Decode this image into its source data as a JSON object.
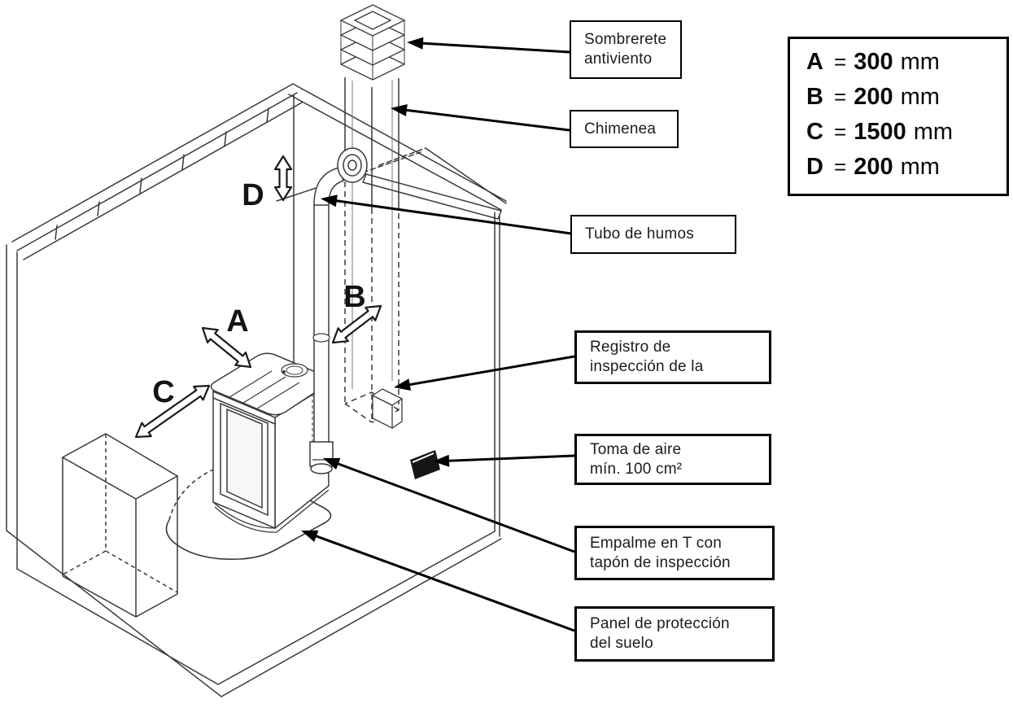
{
  "callouts": [
    {
      "id": "sombrerete-antiviento",
      "lines": [
        "Sombrerete",
        "antiviento"
      ]
    },
    {
      "id": "chimenea",
      "lines": [
        "Chimenea"
      ]
    },
    {
      "id": "tubo-de-humos",
      "lines": [
        "Tubo de humos"
      ]
    },
    {
      "id": "registro-inspeccion",
      "lines": [
        "Registro de",
        "inspección de la"
      ]
    },
    {
      "id": "toma-de-aire",
      "lines": [
        "Toma de aire",
        "mín. 100 cm²"
      ]
    },
    {
      "id": "empalme-en-t",
      "lines": [
        "Empalme en T con",
        "tapón de inspección"
      ]
    },
    {
      "id": "panel-proteccion",
      "lines": [
        "Panel de protección",
        "del suelo"
      ]
    }
  ],
  "legend": {
    "eq": "=",
    "items": [
      {
        "letter": "A",
        "value": "300",
        "unit": "mm"
      },
      {
        "letter": "B",
        "value": "200",
        "unit": "mm"
      },
      {
        "letter": "C",
        "value": "1500",
        "unit": "mm"
      },
      {
        "letter": "D",
        "value": "200",
        "unit": "mm"
      }
    ]
  },
  "dimension_letters": [
    "A",
    "B",
    "C",
    "D"
  ],
  "colors": {
    "line": "#3a3a3a",
    "leader": "#000000",
    "background": "#ffffff",
    "vent": "#151515"
  }
}
